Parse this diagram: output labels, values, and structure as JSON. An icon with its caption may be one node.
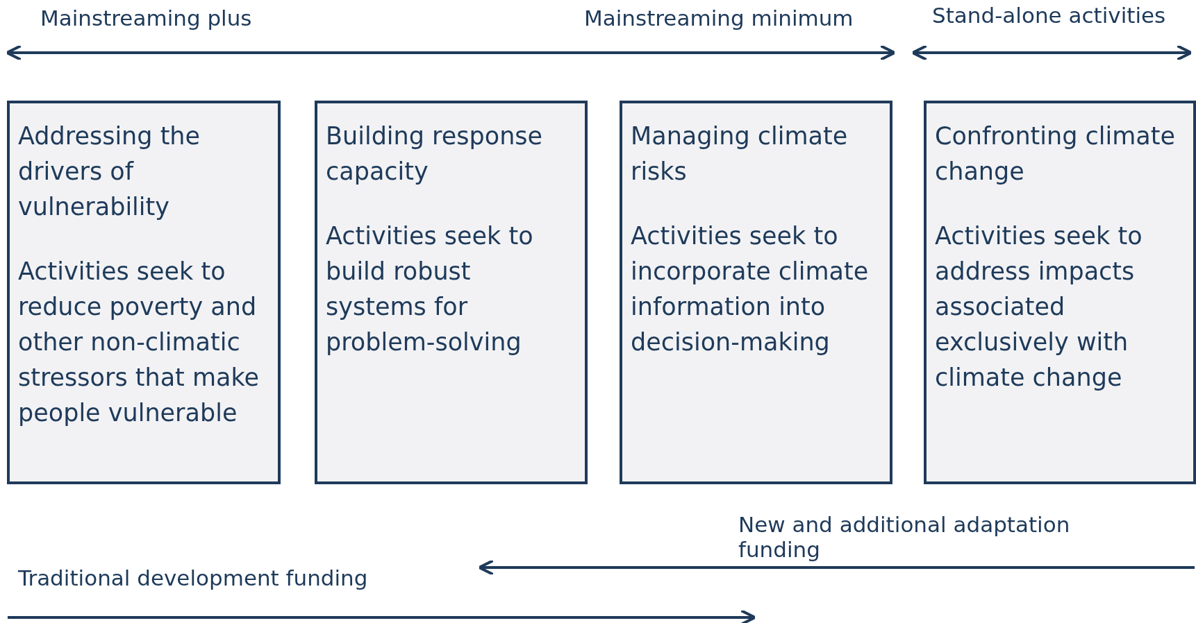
{
  "diagram": {
    "nodes": [
      {
        "text": [
          "Addressing the drivers of vulnerability",
          "Activities seek to reduce poverty and other non-climatic stressors that make people vulnerable"
        ]
      },
      {
        "text": [
          "Building response capacity",
          "Activities seek to build robust systems for problem-solving"
        ]
      },
      {
        "text": [
          "Managing climate risks",
          "Activities seek to incorporate climate information into decision-making"
        ]
      },
      {
        "text": [
          "Confronting climate change",
          "Activities seek to address impacts associated exclusively with climate change"
        ]
      }
    ],
    "labels": [
      "Mainstreaming plus",
      "Mainstreaming minimum",
      "Stand-alone activities",
      "New and additional adaptation funding",
      "Traditional development funding"
    ]
  }
}
